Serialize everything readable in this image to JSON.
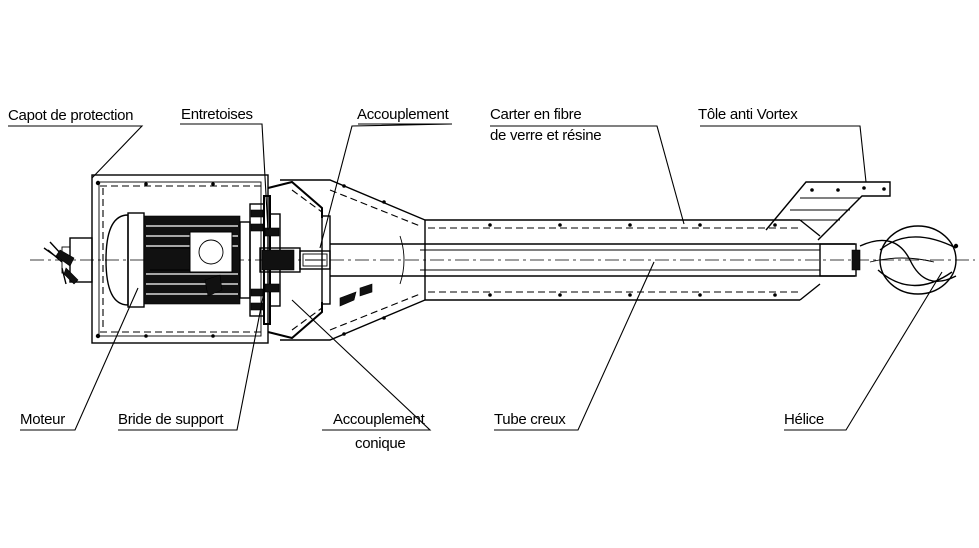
{
  "labels": {
    "capot": "Capot de protection",
    "entretoises": "Entretoises",
    "accouplement": "Accouplement",
    "carter_line1": "Carter en fibre",
    "carter_line2": "de verre et résine",
    "tole": "Tôle anti Vortex",
    "moteur": "Moteur",
    "bride": "Bride de support",
    "accouplement_conique_line1": "Accouplement",
    "accouplement_conique_line2": "conique",
    "tube": "Tube creux",
    "helice": "Hélice"
  }
}
